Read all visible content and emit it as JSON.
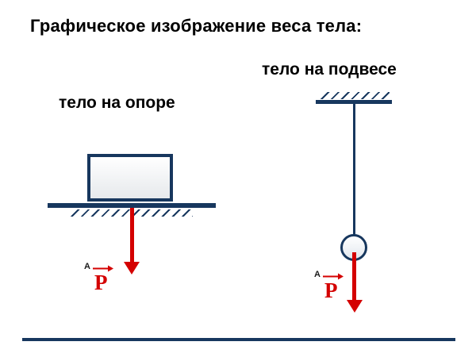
{
  "slide": {
    "title": "Графическое изображение веса тела:",
    "colors": {
      "line_navy": "#17375E",
      "arrow_red": "#D40000",
      "text_dark": "#000000"
    }
  },
  "left_diagram": {
    "caption": "тело на опоре",
    "anchor_label": "A",
    "vector_label": "P"
  },
  "right_diagram": {
    "caption": "тело на подвесе",
    "anchor_label": "A",
    "vector_label": "P"
  }
}
